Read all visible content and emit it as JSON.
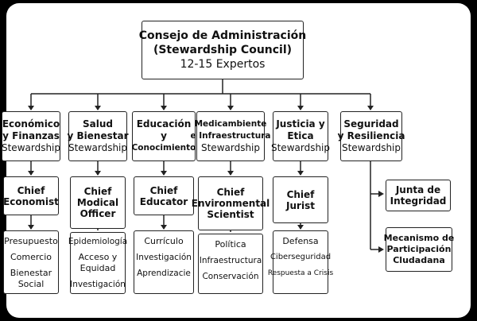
{
  "root": {
    "title": "Consejo de Administración",
    "subtitle": "(Stewardship Council)",
    "note": "12-15 Expertos"
  },
  "categories": [
    {
      "title": [
        "Económico",
        "y Finanzas"
      ],
      "sub": "Stewardship",
      "chief": [
        "Chief",
        "Economist"
      ],
      "items": [
        "Presupuesto",
        "Comercio",
        "Bienestar",
        "Social"
      ]
    },
    {
      "title": [
        "Salud",
        "y Bienestar"
      ],
      "sub": "Stewardship",
      "chief": [
        "Chief",
        "Modical",
        "Officer"
      ],
      "items": [
        "Epidemiología",
        "Acceso y",
        "Equidad",
        "Investigación"
      ]
    },
    {
      "title": [
        "Educación",
        "y"
      ],
      "sub": "Conocimiento",
      "chief": [
        "Chief",
        "Educator"
      ],
      "items": [
        "Currículo",
        "Investigación",
        "Aprendizacie"
      ]
    },
    {
      "title": [
        "Medicambiente",
        "e Infraestructura"
      ],
      "sub": "Stewardship",
      "chief": [
        "Chief",
        "Environmental",
        "Scientist"
      ],
      "items": [
        "Política",
        "Infraestructura",
        "Conservación"
      ]
    },
    {
      "title": [
        "Justicia y",
        "Etica"
      ],
      "sub": "Stewardship",
      "chief": [
        "Chief",
        "Jurist"
      ],
      "items": [
        "Defensa",
        "Ciberseguridad",
        "Respuesta a Crisis"
      ]
    },
    {
      "title": [
        "Seguridad",
        "y Resiliencia"
      ],
      "sub": "Stewardship",
      "children": [
        [
          "Junta de",
          "Integridad"
        ],
        [
          "Mecanismo de",
          "Participación",
          "Cludadana"
        ]
      ]
    }
  ]
}
